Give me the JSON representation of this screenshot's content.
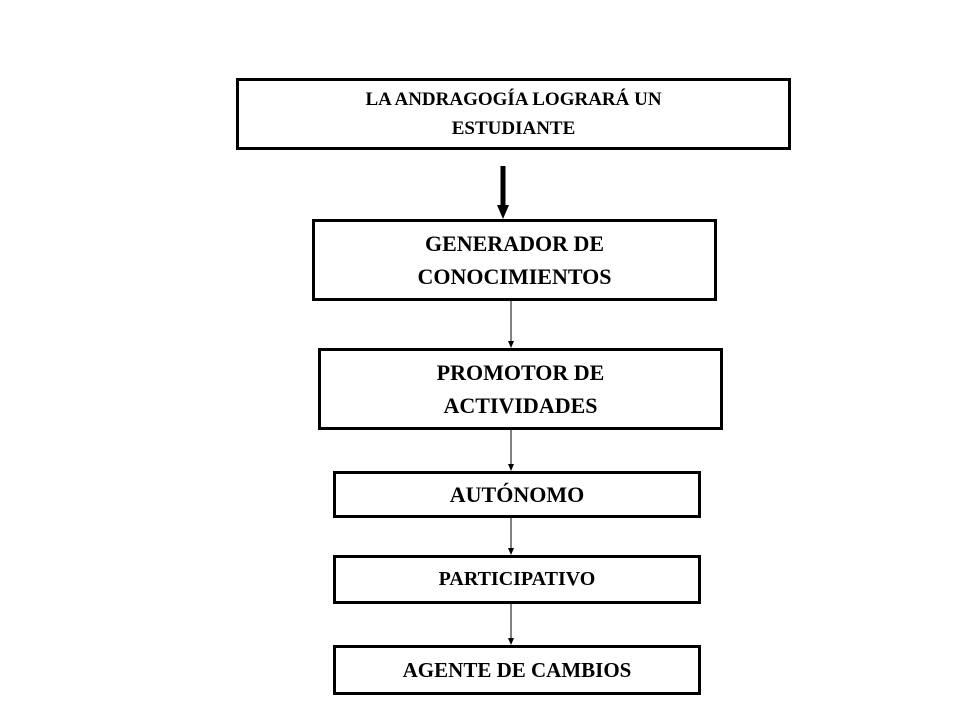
{
  "diagram": {
    "nodes": [
      {
        "id": "n0",
        "label": "LA ANDRAGOGÍA LOGRARÁ UN ESTUDIANTE"
      },
      {
        "id": "n1",
        "label": "GENERADOR DE CONOCIMIENTOS"
      },
      {
        "id": "n2",
        "label": "PROMOTOR DE ACTIVIDADES"
      },
      {
        "id": "n3",
        "label": "AUTÓNOMO"
      },
      {
        "id": "n4",
        "label": "PARTICIPATIVO"
      },
      {
        "id": "n5",
        "label": "AGENTE DE CAMBIOS"
      }
    ],
    "edges": [
      {
        "from": "n0",
        "to": "n1"
      },
      {
        "from": "n1",
        "to": "n2"
      },
      {
        "from": "n2",
        "to": "n3"
      },
      {
        "from": "n3",
        "to": "n4"
      },
      {
        "from": "n4",
        "to": "n5"
      }
    ],
    "colors": {
      "line": "#000000",
      "fill": "#ffffff",
      "text": "#000000"
    }
  }
}
